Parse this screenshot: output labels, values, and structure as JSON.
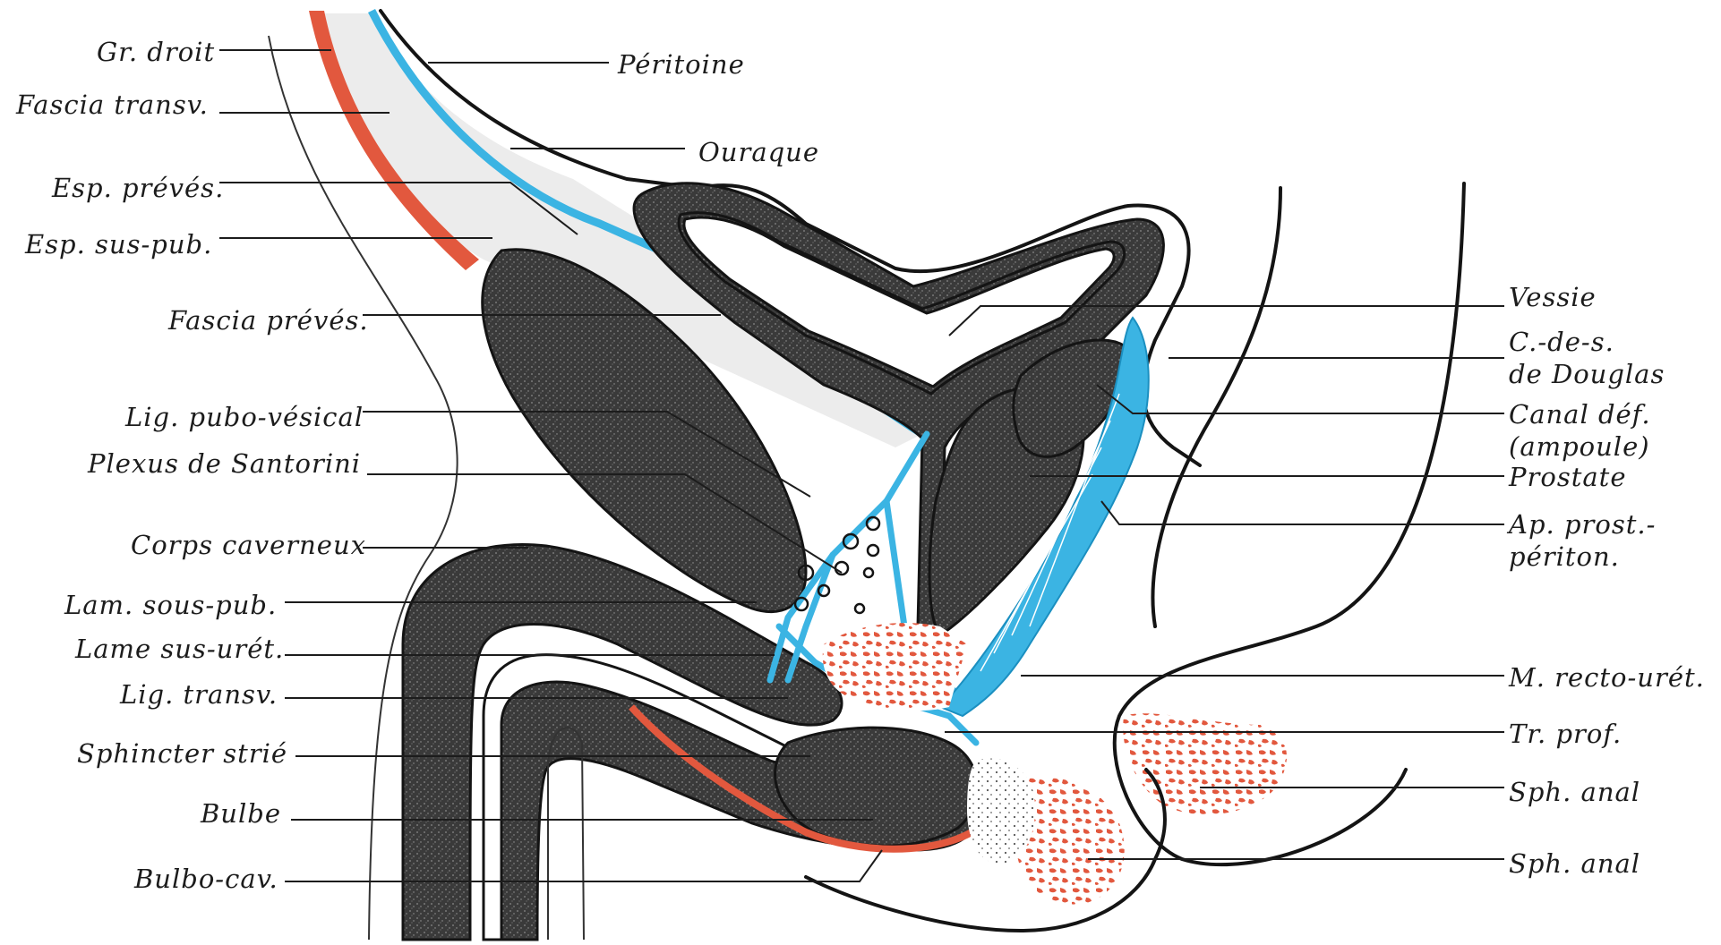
{
  "colors": {
    "blue_fascia": "#3bb4e3",
    "red_muscle": "#e2583e",
    "dark_tissue": "#3d3d3d",
    "fascia_grey": "#ececec",
    "ink": "#1c1c1c"
  },
  "labels_left": [
    "Gr. droit",
    "Fascia transv.",
    "Esp. prévés.",
    "Esp. sus-pub.",
    "Fascia prévés.",
    "Lig. pubo-vésical",
    "Plexus de Santorini",
    "Corps caverneux",
    "Lam. sous-pub.",
    "Lame sus-urét.",
    "Lig. transv.",
    "Sphincter strié",
    "Bulbe",
    "Bulbo-cav."
  ],
  "labels_top": [
    "Péritoine",
    "Ouraque"
  ],
  "labels_right": [
    "Vessie",
    "C.-de-s.",
    "de Douglas",
    "Canal déf.",
    "(ampoule)",
    "Prostate",
    "Ap. prost.-",
    "périton.",
    "M. recto-urét.",
    "Tr. prof.",
    "Sph. anal",
    "Sph. anal"
  ]
}
